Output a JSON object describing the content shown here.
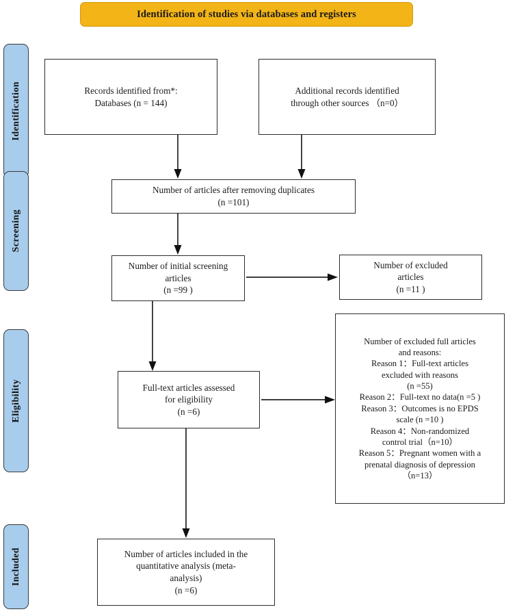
{
  "figure": {
    "type": "prisma-flow-diagram",
    "banner_title": "Identification of studies via databases and registers",
    "colors": {
      "banner_fill": "#F3B417",
      "stage_tab_fill": "#A8CCEC",
      "box_border": "#2b2b2b",
      "text": "#1a1a1a",
      "background": "#ffffff"
    }
  },
  "stages": [
    {
      "id": "identification",
      "label": "Identification"
    },
    {
      "id": "screening",
      "label": "Screening"
    },
    {
      "id": "eligibility",
      "label": "Eligibility"
    },
    {
      "id": "included",
      "label": "Included"
    }
  ],
  "boxes": {
    "records_identified": {
      "name": "records-identified-box",
      "text": "Records identified from*:\nDatabases (n = 144)",
      "n": 144
    },
    "additional_records": {
      "name": "additional-records-box",
      "text": "Additional records identified\nthrough other sources （n=0）",
      "n": 0
    },
    "after_duplicates": {
      "name": "after-duplicates-box",
      "text": "Number of articles after removing duplicates\n(n =101)",
      "n": 101
    },
    "initial_screening": {
      "name": "initial-screening-box",
      "text": "Number of initial screening\narticles\n(n =99 )",
      "n": 99
    },
    "excluded_articles": {
      "name": "excluded-articles-box",
      "text": "Number of excluded\narticles\n(n =11 )",
      "n": 11
    },
    "excluded_full_reasons": {
      "name": "excluded-full-articles-reasons-box",
      "text": "Number of excluded full articles\nand reasons:\nReason 1：Full-text articles\nexcluded with reasons\n(n =55)\nReason 2：Full-text no data(n =5 )\nReason 3：Outcomes is no EPDS\nscale (n =10 )\nReason 4：Non-randomized\ncontrol trial（n=10）\nReason 5：Pregnant women with a\nprenatal diagnosis of depression\n（n=13）",
      "reasons": [
        {
          "index": 1,
          "label": "Full-text articles excluded with reasons",
          "n": 55
        },
        {
          "index": 2,
          "label": "Full-text no data",
          "n": 5
        },
        {
          "index": 3,
          "label": "Outcomes is no EPDS scale",
          "n": 10
        },
        {
          "index": 4,
          "label": "Non-randomized control trial",
          "n": 10
        },
        {
          "index": 5,
          "label": "Pregnant women with a prenatal diagnosis of depression",
          "n": 13
        }
      ]
    },
    "fulltext_assessed": {
      "name": "fulltext-assessed-box",
      "text": "Full-text articles assessed\nfor eligibility\n(n =6)",
      "n": 6
    },
    "included_final": {
      "name": "included-articles-box",
      "text": "Number of articles included in the\nquantitative analysis (meta-\nanalysis)\n(n =6)",
      "n": 6
    }
  },
  "connectors": [
    {
      "name": "arrow-records-to-duplicates",
      "direction": "down"
    },
    {
      "name": "arrow-additional-to-duplicates",
      "direction": "down"
    },
    {
      "name": "arrow-duplicates-to-screening",
      "direction": "down"
    },
    {
      "name": "arrow-screening-to-excluded",
      "direction": "right"
    },
    {
      "name": "arrow-screening-to-fulltext",
      "direction": "down"
    },
    {
      "name": "arrow-fulltext-to-reasons",
      "direction": "right"
    },
    {
      "name": "arrow-fulltext-to-included",
      "direction": "down"
    }
  ]
}
